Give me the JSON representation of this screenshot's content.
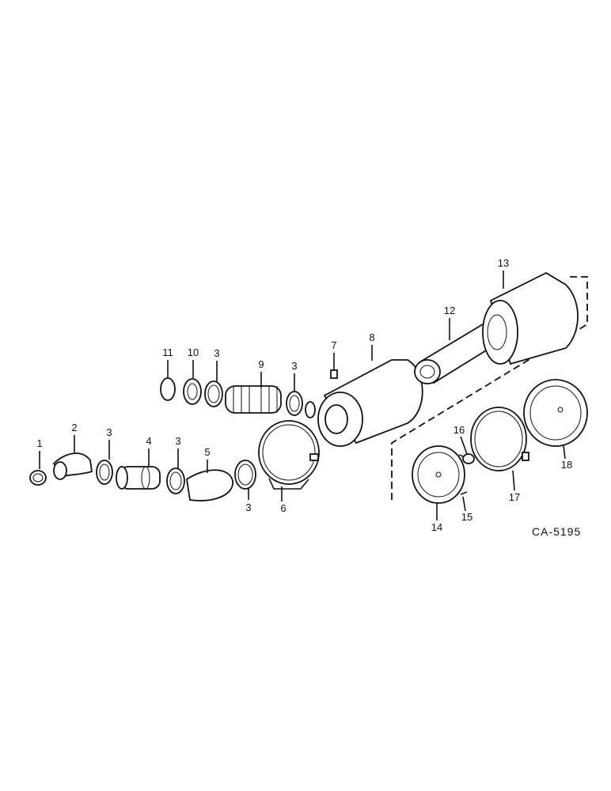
{
  "diagram": {
    "labels": [
      "1",
      "2",
      "3",
      "3",
      "4",
      "3",
      "5",
      "3",
      "6",
      "11",
      "10",
      "3",
      "9",
      "3",
      "7",
      "8",
      "12",
      "13",
      "16",
      "14",
      "15",
      "17",
      "18"
    ],
    "code": "CA-5195"
  }
}
